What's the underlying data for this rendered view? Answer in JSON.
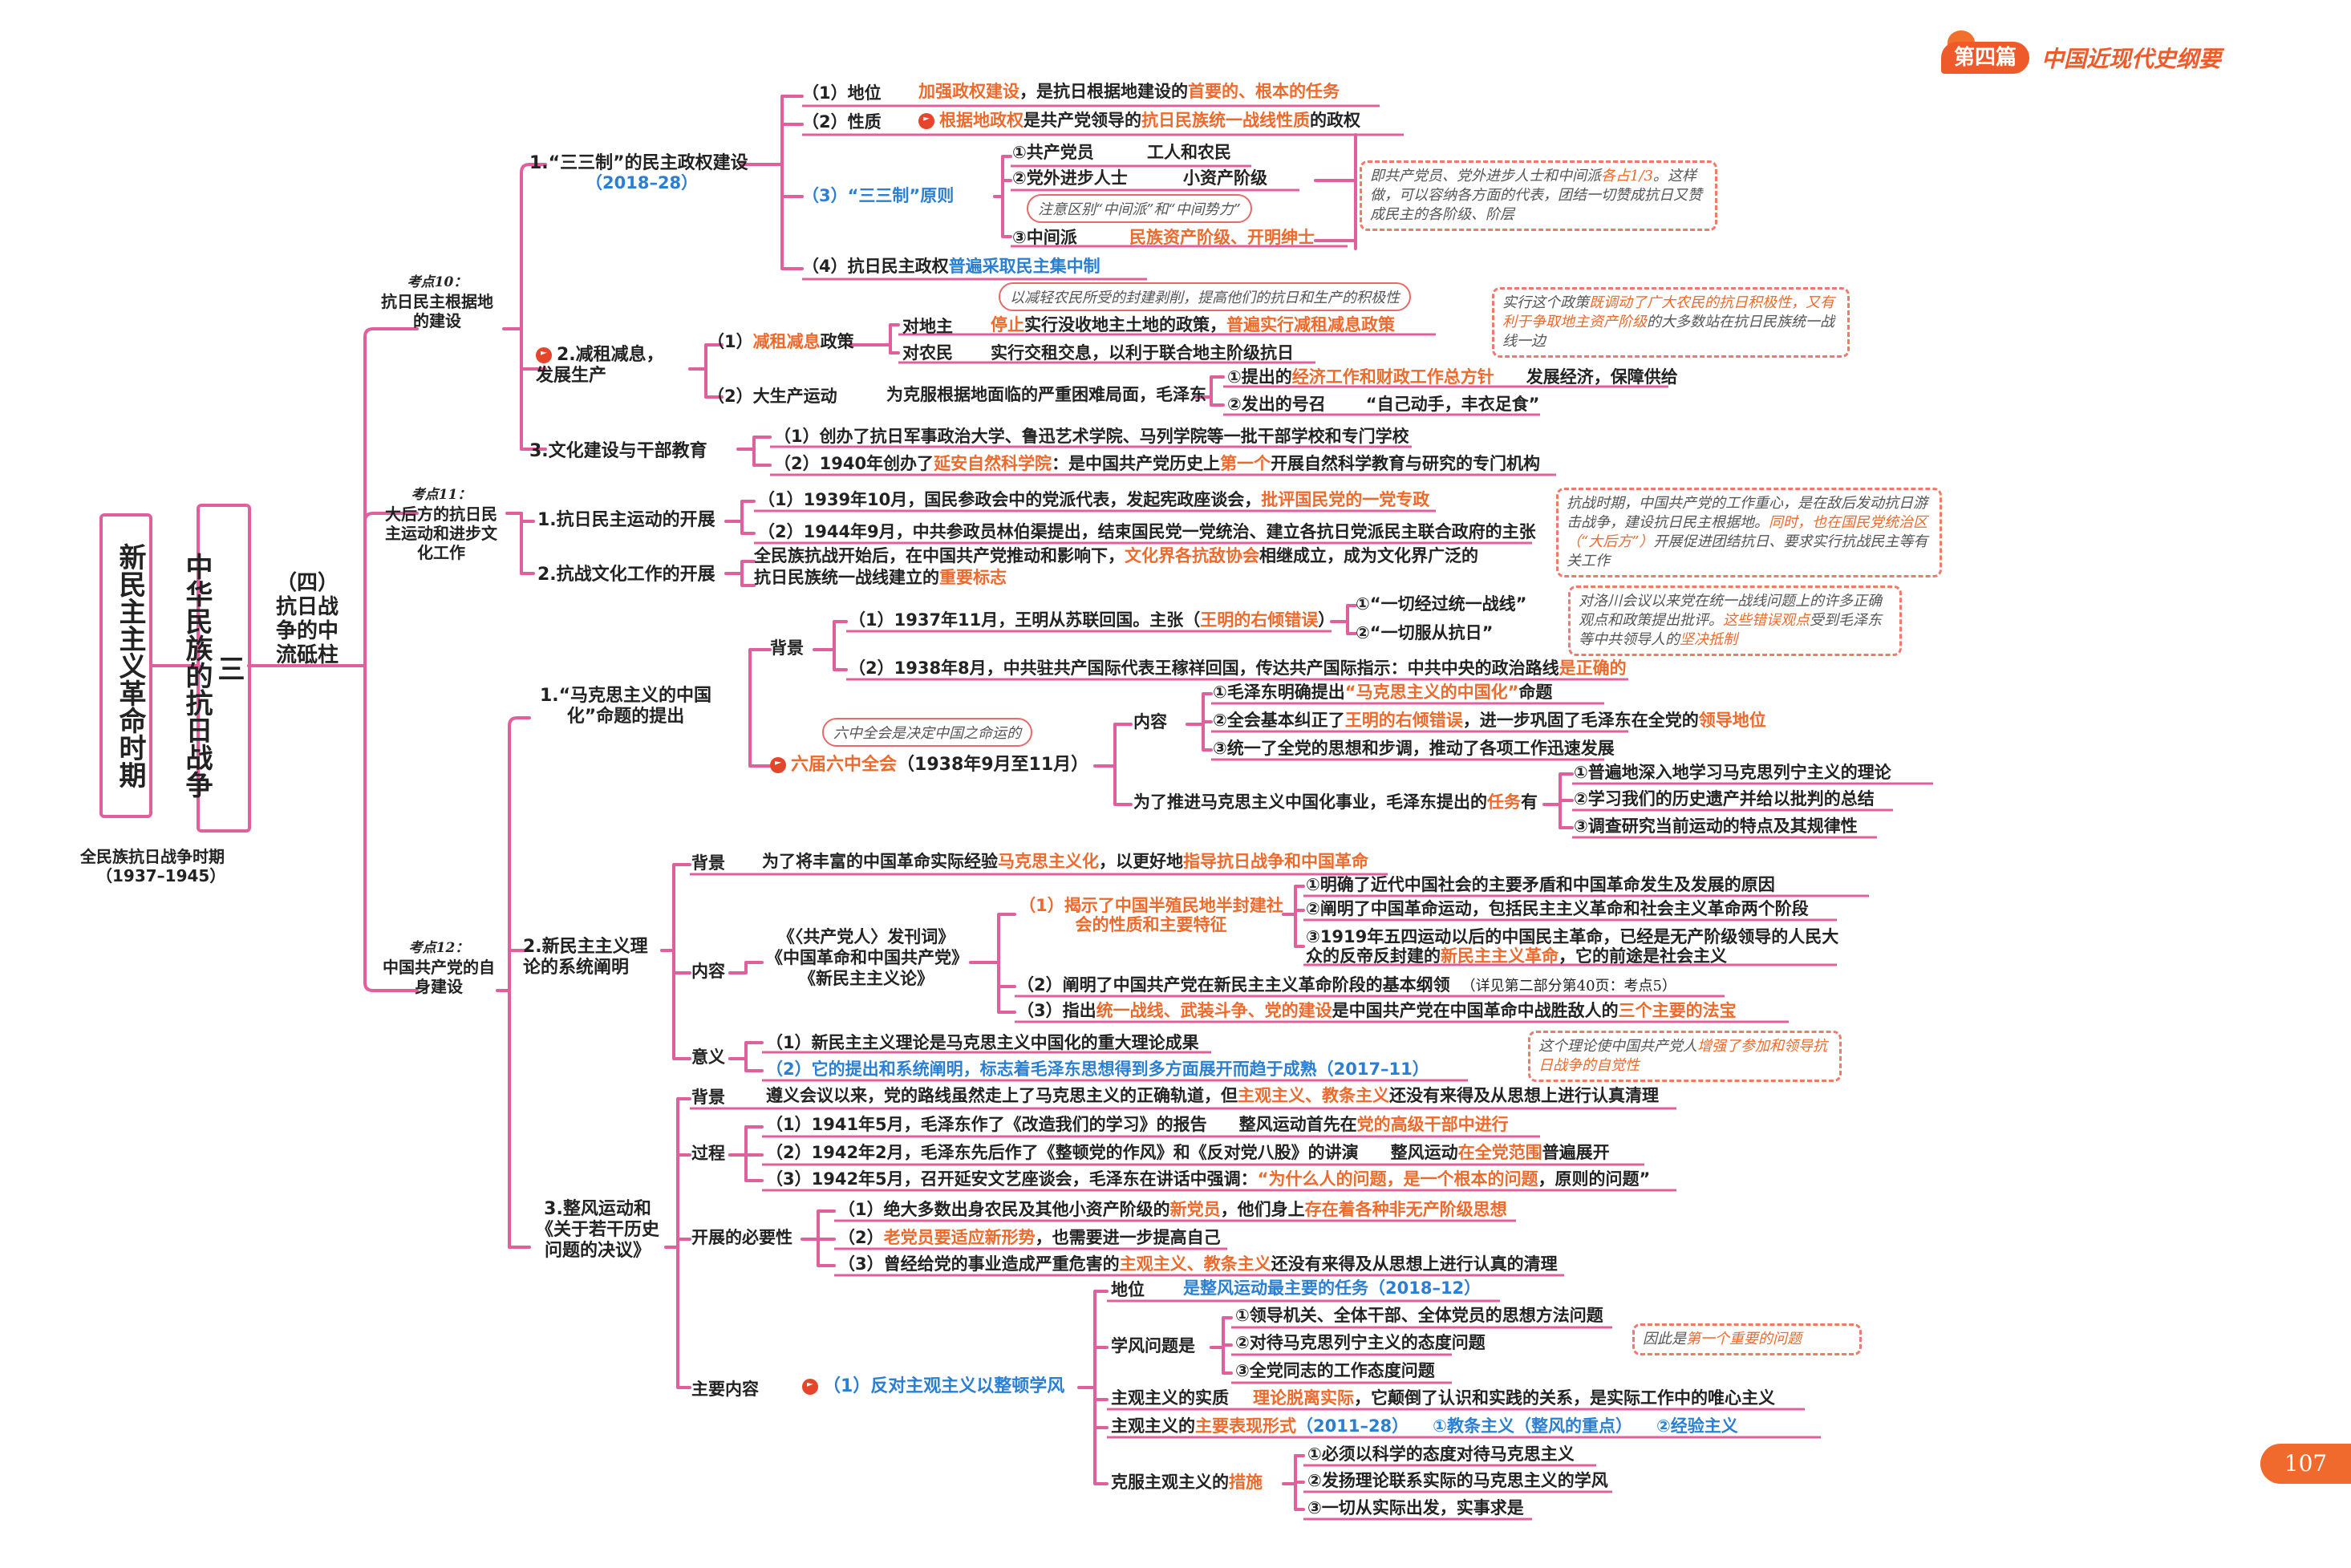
{
  "header": {
    "part_label": "第四篇",
    "book_title": "中国近现代史纲要",
    "page_number": "107"
  },
  "spine": {
    "era": "新民主主义革命时期",
    "chapter_no": "三",
    "chapter": "中华民族的抗日战争",
    "section": "（四）抗日战争的中流砥柱",
    "period_label": "全民族抗日战争时期",
    "period_years": "（1937–1945）"
  },
  "kp10": {
    "tag": "考点10：",
    "title": "抗日民主根据地的建设",
    "n1": "1.“三三制”的民主政权建设",
    "n1_year": "（2018–28）",
    "n1_1_label": "（1）地位",
    "n1_1_a": "加强政权建设",
    "n1_1_b": "，是抗日根据地建设的",
    "n1_1_c": "首要的、根本的任务",
    "n1_2_label": "（2）性质",
    "n1_2_a": "根据地政权",
    "n1_2_b": "是共产党领导的",
    "n1_2_c": "抗日民族统一战线性质",
    "n1_2_d": "的政权",
    "n1_3_label": "（3）“三三制”原则",
    "p1": "①共产党员",
    "p1v": "工人和农民",
    "p2": "②党外进步人士",
    "p2v": "小资产阶级",
    "p_note": "注意区别“中间派”和“中间势力”",
    "p3": "③中间派",
    "p3v": "民族资产阶级、开明绅士",
    "note1_a": "即共产党员、党外进步人士和中间派",
    "note1_b": "各占1/3",
    "note1_c": "。这样做，可以容纳各方面的代表，团结一切赞成抗日又赞成民主的各阶级、阶层",
    "n1_4_a": "（4）抗日民主政权",
    "n1_4_b": "普遍采取民主集中制",
    "n2": "2.减租减息，发展生产",
    "n2_1_a": "（1）",
    "n2_1_b": "减租减息",
    "n2_1_c": "政策",
    "n2_pill": "以减轻农民所受的封建剥削，提高他们的抗日和生产的积极性",
    "landlord": "对地主",
    "landlord_a": "停止",
    "landlord_b": "实行没收地主土地的政策，",
    "landlord_c": "普遍实行减租减息政策",
    "peasant": "对农民",
    "peasant_t": "实行交租交息，以利于联合地主阶级抗日",
    "note2_a": "实行这个政策",
    "note2_b": "既调动了广大农民的抗日积极性，又有利于争取地主资产阶级",
    "note2_c": "的大多数站在抗日民族统一战线一边",
    "n2_2": "（2）大生产运动",
    "n2_2_t": "为克服根据地面临的严重困难局面，毛泽东",
    "mz1_a": "①提出的",
    "mz1_b": "经济工作和财政工作总方针",
    "mz1_c": "发展经济，保障供给",
    "mz2_a": "②发出的号召",
    "mz2_b": "“自己动手，丰衣足食”",
    "n3": "3.文化建设与干部教育",
    "n3_1": "（1）创办了抗日军事政治大学、鲁迅艺术学院、马列学院等一批干部学校和专门学校",
    "n3_2_a": "（2）1940年创办了",
    "n3_2_b": "延安自然科学院",
    "n3_2_c": "：是中国共产党历史上",
    "n3_2_d": "第一个",
    "n3_2_e": "开展自然科学教育与研究的专门机构"
  },
  "kp11": {
    "tag": "考点11：",
    "title": "大后方的抗日民主运动和进步文化工作",
    "n1": "1.抗日民主运动的开展",
    "n1_1_a": "（1）1939年10月，国民参政会中的党派代表，发起宪政座谈会，",
    "n1_1_b": "批评国民党的一党专政",
    "n1_2": "（2）1944年9月，中共参政员林伯渠提出，结束国民党一党统治、建立各抗日党派民主联合政府的主张",
    "n2": "2.抗战文化工作的开展",
    "n2_a": "全民族抗战开始后，在中国共产党推动和影响下，",
    "n2_b": "文化界各抗敌协会",
    "n2_c": "相继成立，成为文化界广泛的",
    "n2_d": "抗日民族统一战线建立的",
    "n2_e": "重要标志",
    "note_a": "抗战时期，中国共产党的工作重心，是在敌后发动抗日游击战争，建设抗日民主根据地。",
    "note_b": "同时，也在国民党统治区（“大后方”）",
    "note_c": "开展促进团结抗日、要求实行抗战民主等有关工作"
  },
  "kp12": {
    "tag": "考点12：",
    "title": "中国共产党的自身建设",
    "s1": "1.“马克思主义的中国化”命题的提出",
    "bg": "背景",
    "bg1_a": "（1）1937年11月，王明从苏联回国。主张（",
    "bg1_b": "王明的右倾错误",
    "bg1_c": "）",
    "bg1_o1": "①“一切经过统一战线”",
    "bg1_o2": "②“一切服从抗日”",
    "note_a": "对洛川会议以来党在统一战线问题上的许多正确观点和政策提出批评。",
    "note_b": "这些错误观点",
    "note_c": "受到毛泽东等中共领导人的",
    "note_d": "坚决抵制",
    "bg2_a": "（2）1938年8月，中共驻共产国际代表王稼祥回国，传达共产国际指示：中共中央的政治路线",
    "bg2_b": "是正确的",
    "pill": "六中全会是决定中国之命运的",
    "plenum_a": "六届六中全会",
    "plenum_b": "（1938年9月至11月）",
    "content": "内容",
    "c1_a": "①毛泽东明确提出",
    "c1_b": "“马克思主义的中国化”",
    "c1_c": "命题",
    "c2_a": "②全会基本纠正了",
    "c2_b": "王明的右倾错误",
    "c2_c": "，进一步巩固了毛泽东在全党的",
    "c2_d": "领导地位",
    "c3": "③统一了全党的思想和步调，推动了各项工作迅速发展",
    "task_a": "为了推进马克思主义中国化事业，毛泽东提出的",
    "task_b": "任务",
    "task_c": "有",
    "t1": "①普遍地深入地学习马克思列宁主义的理论",
    "t2": "②学习我们的历史遗产并给以批判的总结",
    "t3": "③调查研究当前运动的特点及其规律性",
    "s2": "2.新民主主义理论的系统阐明",
    "s2_bg_label": "背景",
    "s2_bg_a": "为了将丰富的中国革命实际经验",
    "s2_bg_b": "马克思主义化",
    "s2_bg_c": "，以更好地",
    "s2_bg_d": "指导抗日战争和中国革命",
    "s2_content": "内容",
    "books1": "《〈共产党人〉发刊词》",
    "books2": "《中国革命和中国共产党》",
    "books3": "《新民主主义论》",
    "r1": "（1）揭示了中国半殖民地半封建社会的性质和主要特征",
    "r1_1": "①明确了近代中国社会的主要矛盾和中国革命发生及发展的原因",
    "r1_2": "②阐明了中国革命运动，包括民主主义革命和社会主义革命两个阶段",
    "r1_3_a": "③1919年五四运动以后的中国民主革命，已经是无产阶级领导的人民大众的反帝反封建的",
    "r1_3_b": "新民主主义革命",
    "r1_3_c": "，它的前途是社会主义",
    "r2_a": "（2）阐明了中国共产党在新民主主义革命阶段的",
    "r2_b": "基本纲领",
    "r2_c": "（详见第二部分第40页：考点5）",
    "r3_a": "（3）指出",
    "r3_b": "统一战线、武装斗争、党的建设",
    "r3_c": "是中国共产党在中国革命中战胜敌人的",
    "r3_d": "三个主要的法宝",
    "sig_label": "意义",
    "sig1": "（1）新民主主义理论是马克思主义中国化的重大理论成果",
    "sig2": "（2）它的提出和系统阐明，标志着毛泽东思想得到多方面展开而趋于成熟（2017–11）",
    "note2_a": "这个理论使中国共产党人",
    "note2_b": "增强了参加和领导抗日战争的自觉性",
    "s3": "3.整风运动和《关于若干历史问题的决议》",
    "s3_bg_label": "背景",
    "s3_bg_a": "遵义会议以来，党的路线虽然走上了马克思主义的正确轨道，但",
    "s3_bg_b": "主观主义、教条主义",
    "s3_bg_c": "还没有来得及从思想上进行认真清理",
    "proc_label": "过程",
    "pr1_a": "（1）1941年5月，毛泽东作了《改造我们的学习》的报告",
    "pr1_b": "整风运动首先在",
    "pr1_c": "党的高级干部中进行",
    "pr2_a": "（2）1942年2月，毛泽东先后作了《整顿党的作风》和《反对党八股》的讲演",
    "pr2_b": "整风运动",
    "pr2_c": "在全党范围",
    "pr2_d": "普遍展开",
    "pr3_a": "（3）1942年5月，召开延安文艺座谈会，毛泽东在讲话中强调：",
    "pr3_b": "“为什么人的问题，是一个根本的问题",
    "pr3_c": "，原则的问题”",
    "need_label": "开展的必要性",
    "nd1_a": "（1）绝大多数出身农民及其他小资产阶级的",
    "nd1_b": "新党员",
    "nd1_c": "，他们身上",
    "nd1_d": "存在着各种非无产阶级思想",
    "nd2_a": "（2）",
    "nd2_b": "老党员要适应新形势",
    "nd2_c": "，也需要进一步提高自己",
    "nd3_a": "（3）曾经给党的事业造成严重危害的",
    "nd3_b": "主观主义、教条主义",
    "nd3_c": "还没有来得及从思想上进行认真的清理",
    "main_label": "主要内容",
    "mc": "（1）反对主观主义以整顿学风",
    "pos_label": "地位",
    "pos_a": "是整风运动最主要的任务",
    "pos_b": "（2018–12）",
    "sf_label": "学风问题是",
    "sf1": "①领导机关、全体干部、全体党员的思想方法问题",
    "sf2": "②对待马克思列宁主义的态度问题",
    "sf3": "③全党同志的工作态度问题",
    "note3_a": "因此是",
    "note3_b": "第一个重要的问题",
    "ess_label": "主观主义的实质",
    "ess_a": "理论脱离实际",
    "ess_b": "，它颠倒了认识和实践的关系，是实际工作中的唯心主义",
    "form_a": "主观主义的",
    "form_b": "主要表现形式",
    "form_c": "（2011–28）",
    "form_d": "①教条主义（整风的重点）",
    "form_e": "②经验主义",
    "ov_a": "克服主观主义的",
    "ov_b": "措施",
    "ov1": "①必须以科学的态度对待马克思主义",
    "ov2": "②发扬理论联系实际的马克思主义的学风",
    "ov3": "③一切从实际出发，实事求是"
  },
  "colors": {
    "branch": "#e0609d",
    "accent": "#ee6a2c",
    "blue": "#2a7fd2",
    "red": "#d9232f"
  }
}
